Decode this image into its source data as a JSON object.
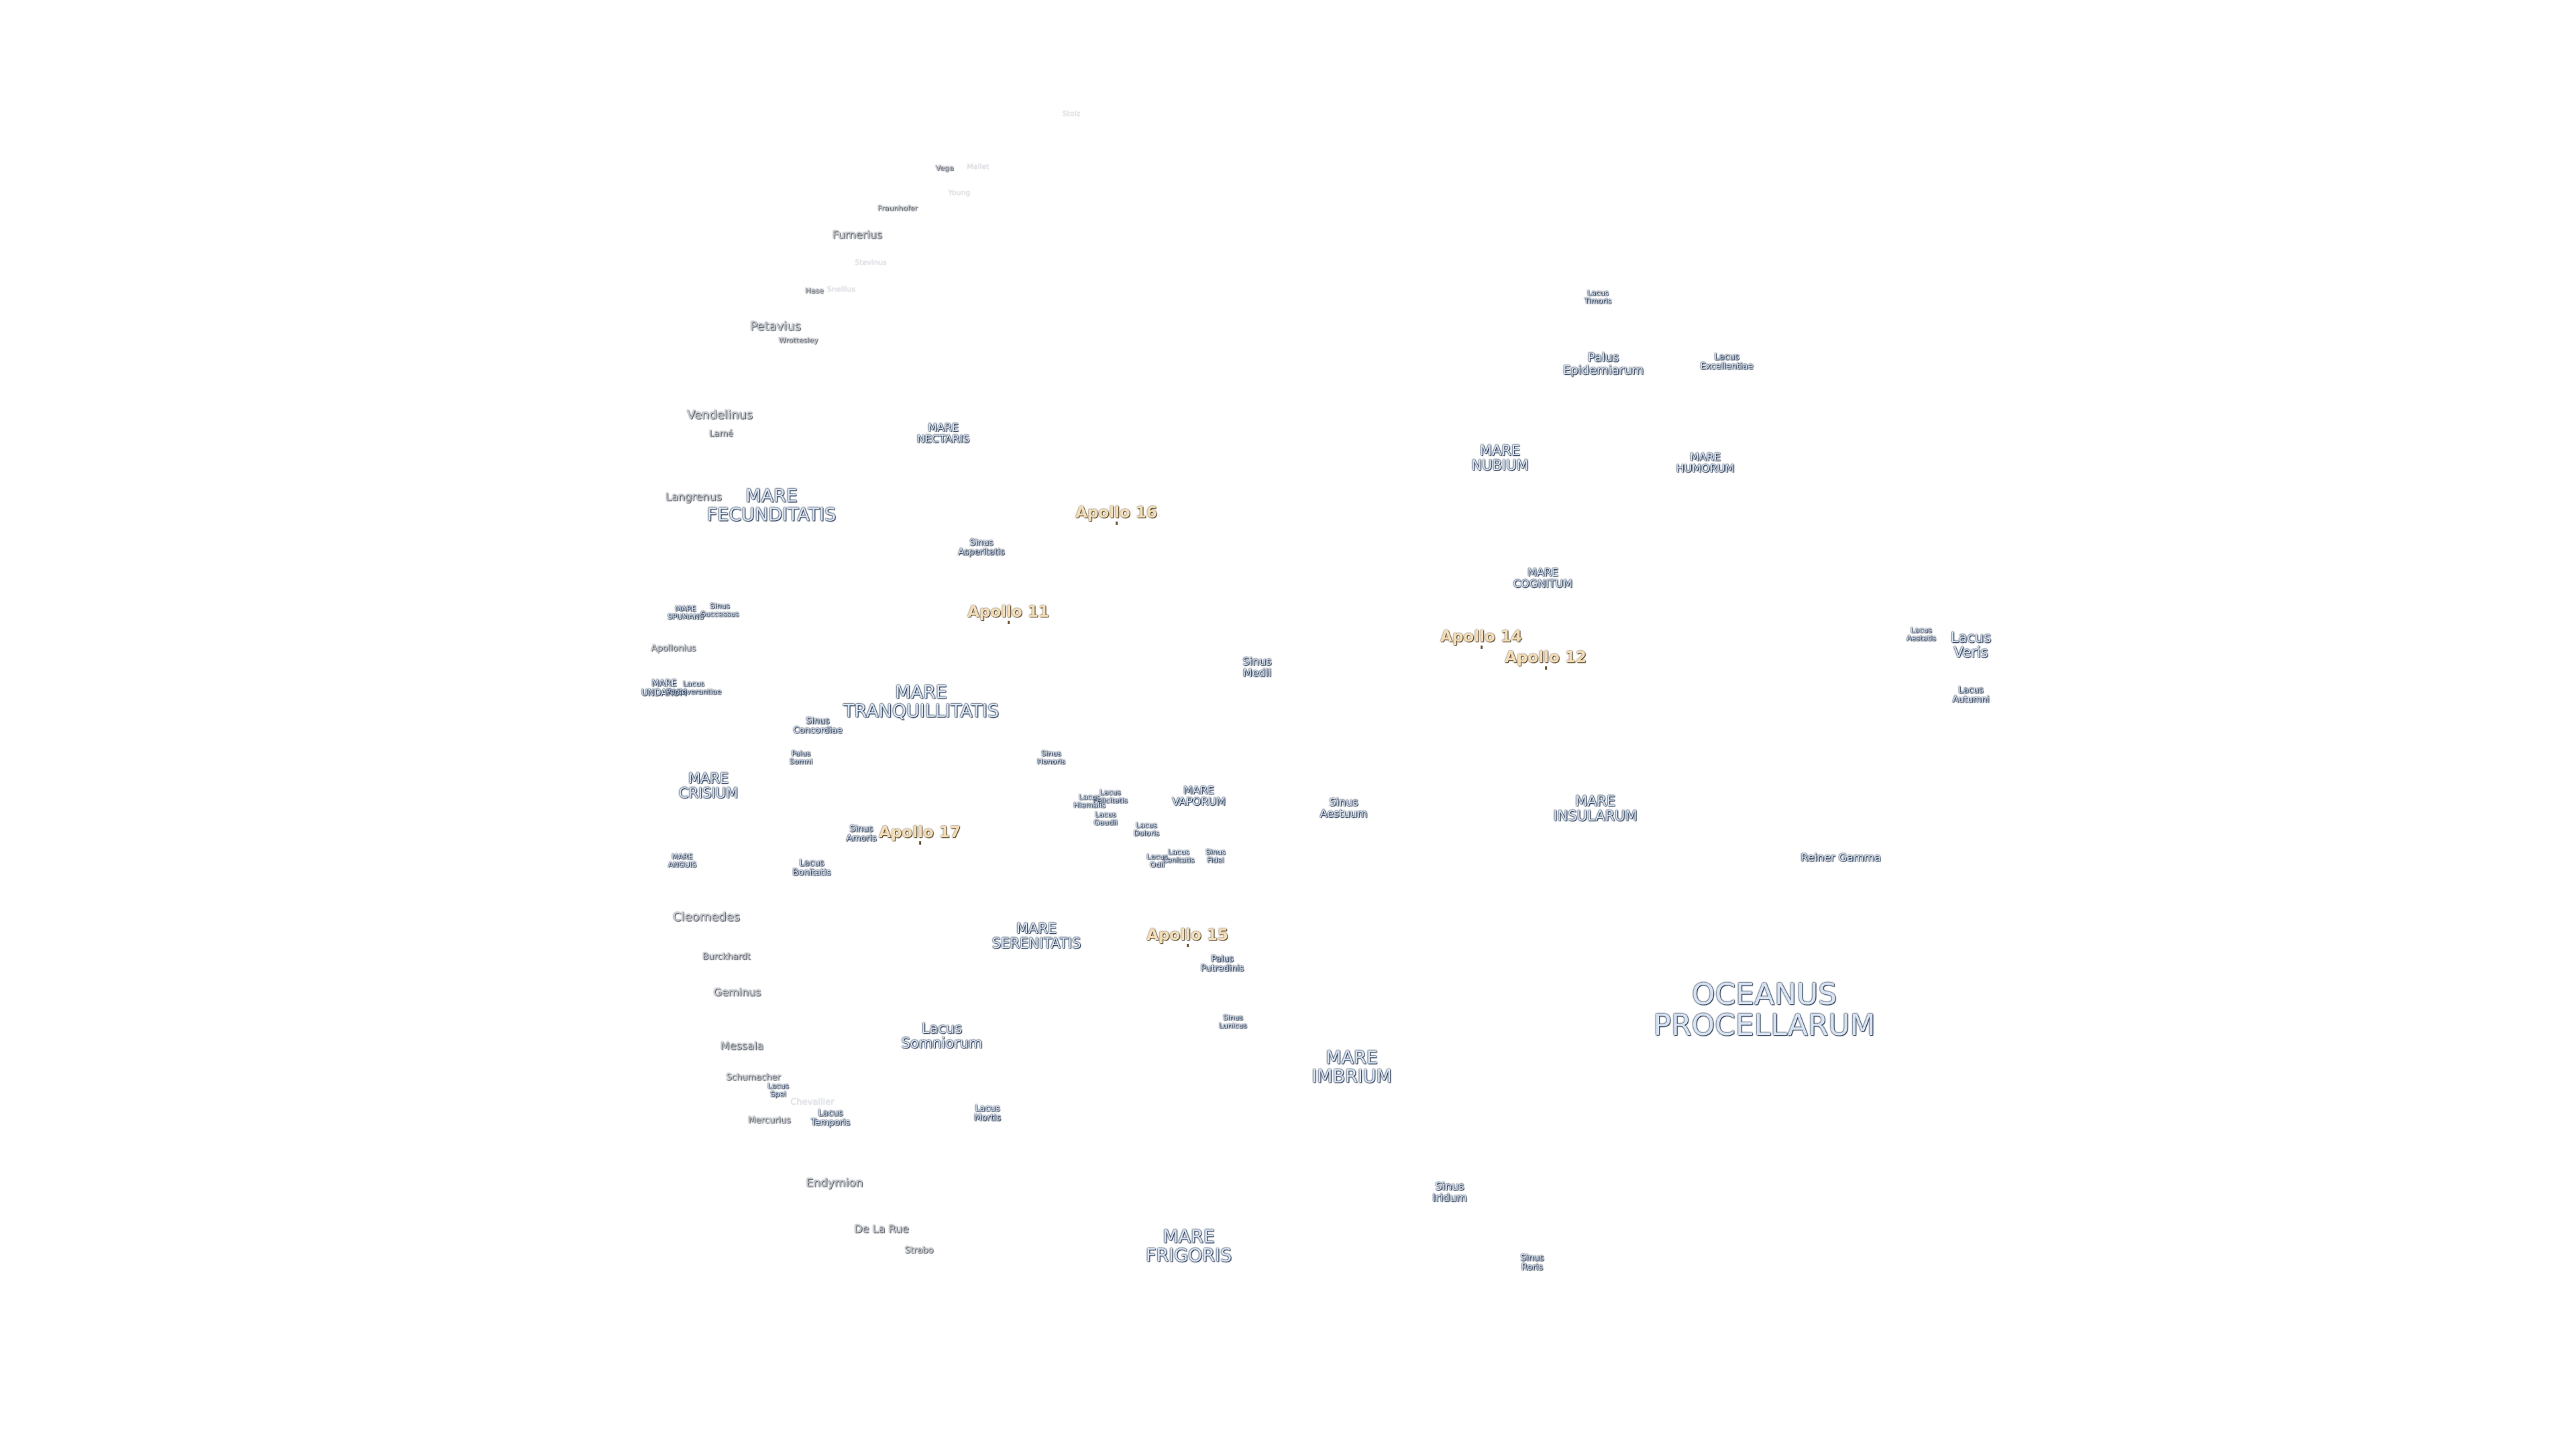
{
  "map": {
    "background_color": "#ffffff",
    "label_colors": {
      "sea": "#d7e3f2",
      "sea_outline": "#2b3a52",
      "crater": "#c9cdd4",
      "apollo": "#f2ddb8"
    },
    "labels": {
      "oceanus_procellarum": "OCEANUS\nPROCELLARUM",
      "mare_frigoris": "MARE\nFRIGORIS",
      "mare_imbrium": "MARE\nIMBRIUM",
      "mare_serenitatis": "MARE\nSERENITATIS",
      "mare_tranquillitatis": "MARE\nTRANQUILLITATIS",
      "mare_fecunditatis": "MARE\nFECUNDITATIS",
      "mare_crisium": "MARE\nCRISIUM",
      "mare_nectaris": "MARE\nNECTARIS",
      "mare_nubium": "MARE\nNUBIUM",
      "mare_humorum": "MARE\nHUMORUM",
      "mare_cognitum": "MARE\nCOGNITUM",
      "mare_insularum": "MARE\nINSULARUM",
      "mare_vaporum": "MARE\nVAPORUM",
      "mare_spumans": "MARE\nSPUMANS",
      "mare_undarum": "MARE\nUNDARUM",
      "mare_anguis": "MARE\nANGUIS",
      "lacus_somniorum": "Lacus\nSomniorum",
      "lacus_mortis": "Lacus\nMortis",
      "lacus_temporis": "Lacus\nTemporis",
      "lacus_spei": "Lacus\nSpei",
      "lacus_bonitatis": "Lacus\nBonitatis",
      "lacus_veris": "Lacus\nVeris",
      "lacus_autumni": "Lacus\nAutumni",
      "lacus_aestatis": "Lacus\nAestatis",
      "lacus_timoris": "Lacus\nTimoris",
      "lacus_excellentiae": "Lacus\nExcellentiae",
      "lacus_felicitatis": "Lacus\nFelicitatis",
      "lacus_hiemalis": "Lacus\nHiemalis",
      "lacus_gaudii": "Lacus\nGaudii",
      "lacus_doloris": "Lacus\nDoloris",
      "lacus_lenitatis": "Lacus\nLenitatis",
      "lacus_odii": "Lacus\nOdii",
      "lacus_perseverantiae": "Lacus\nPerseverantiae",
      "sinus_medii": "Sinus\nMedii",
      "sinus_aestuum": "Sinus\nAestuum",
      "sinus_iridum": "Sinus\nIridum",
      "sinus_roris": "Sinus\nRoris",
      "sinus_asperitatis": "Sinus\nAsperitatis",
      "sinus_concordiae": "Sinus\nConcordiae",
      "sinus_amoris": "Sinus\nAmoris",
      "sinus_honoris": "Sinus\nHonoris",
      "sinus_fidei": "Sinus\nFidei",
      "sinus_lunicus": "Sinus\nLunicus",
      "sinus_successus": "Sinus\nSuccessus",
      "palus_epidemiarum": "Palus\nEpidemiarum",
      "palus_putredinis": "Palus\nPutredinis",
      "palus_somni": "Palus\nSomni",
      "reiner_gamma": "Reiner Gamma",
      "apollo_11": "Apollo 11",
      "apollo_12": "Apollo 12",
      "apollo_14": "Apollo 14",
      "apollo_15": "Apollo 15",
      "apollo_16": "Apollo 16",
      "apollo_17": "Apollo 17",
      "stevinus_top": "Stolz",
      "vega": "Vega",
      "mallet": "Mallet",
      "young": "Young",
      "fraunhofer": "Fraunhofer",
      "furnerius": "Furnerius",
      "stevinus": "Stevinus",
      "hase": "Hase",
      "snellius": "Snellius",
      "petavius": "Petavius",
      "wrottesley": "Wrottesley",
      "vendelinus": "Vendelinus",
      "lame": "Lamé",
      "langrenus": "Langrenus",
      "apollonius": "Apollonius",
      "cleomedes": "Cleomedes",
      "burckhardt": "Burckhardt",
      "geminus": "Geminus",
      "messala": "Messala",
      "schumacher": "Schumacher",
      "mercurius": "Mercurius",
      "chevallier": "Chevallier",
      "endymion": "Endymion",
      "de_la_rue": "De La Rue",
      "strabo": "Strabo"
    }
  }
}
